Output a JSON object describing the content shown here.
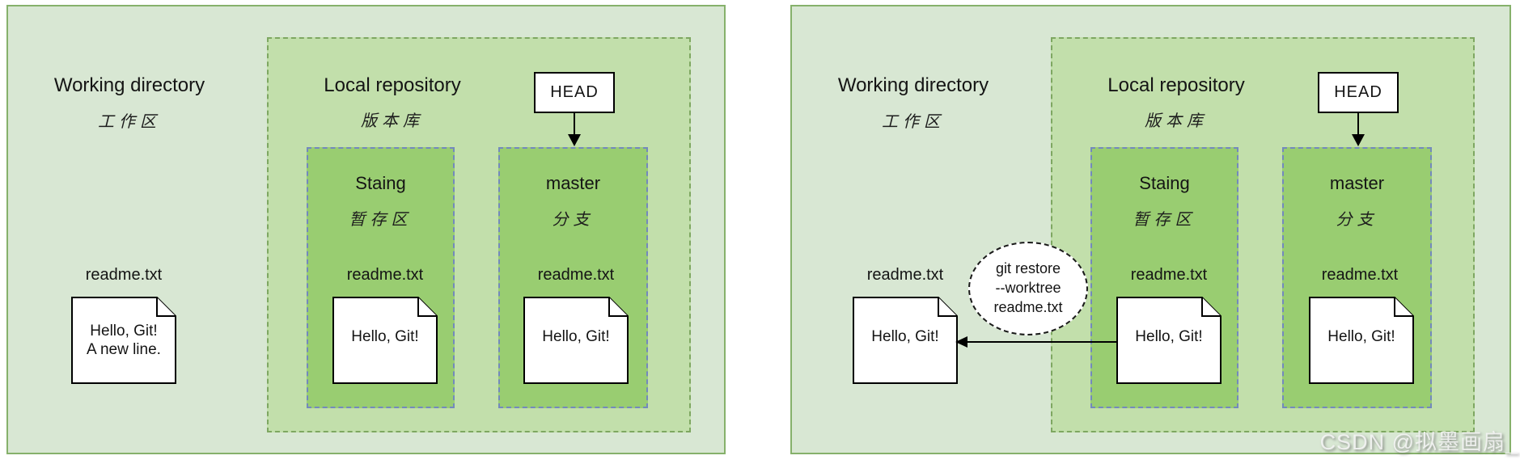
{
  "colors": {
    "panel_fill": "#d8e7d3",
    "panel_border": "#86b16b",
    "repo_fill": "#c2dfab",
    "repo_border": "#7ea761",
    "inner_fill": "#99cd71",
    "inner_border": "#7389bd",
    "arrow": "#000000",
    "file_fill": "#ffffff"
  },
  "watermark": "CSDN @拟墨画扇_",
  "panels": [
    {
      "working": {
        "title": "Working directory",
        "subtitle_zh": "工作区"
      },
      "repo": {
        "title": "Local repository",
        "subtitle_zh": "版本库"
      },
      "head": {
        "label": "HEAD"
      },
      "staging": {
        "title": "Staing",
        "subtitle_zh": "暂存区",
        "file": {
          "name": "readme.txt",
          "lines": [
            "Hello, Git!"
          ]
        }
      },
      "master": {
        "title": "master",
        "subtitle_zh": "分支",
        "file": {
          "name": "readme.txt",
          "lines": [
            "Hello, Git!"
          ]
        }
      },
      "working_file": {
        "name": "readme.txt",
        "lines": [
          "Hello, Git!",
          "A new line."
        ]
      }
    },
    {
      "working": {
        "title": "Working directory",
        "subtitle_zh": "工作区"
      },
      "repo": {
        "title": "Local repository",
        "subtitle_zh": "版本库"
      },
      "head": {
        "label": "HEAD"
      },
      "staging": {
        "title": "Staing",
        "subtitle_zh": "暂存区",
        "file": {
          "name": "readme.txt",
          "lines": [
            "Hello, Git!"
          ]
        }
      },
      "master": {
        "title": "master",
        "subtitle_zh": "分支",
        "file": {
          "name": "readme.txt",
          "lines": [
            "Hello, Git!"
          ]
        }
      },
      "working_file": {
        "name": "readme.txt",
        "lines": [
          "Hello, Git!"
        ]
      },
      "annotation": {
        "lines": [
          "git restore",
          "--worktree",
          "readme.txt"
        ]
      }
    }
  ]
}
